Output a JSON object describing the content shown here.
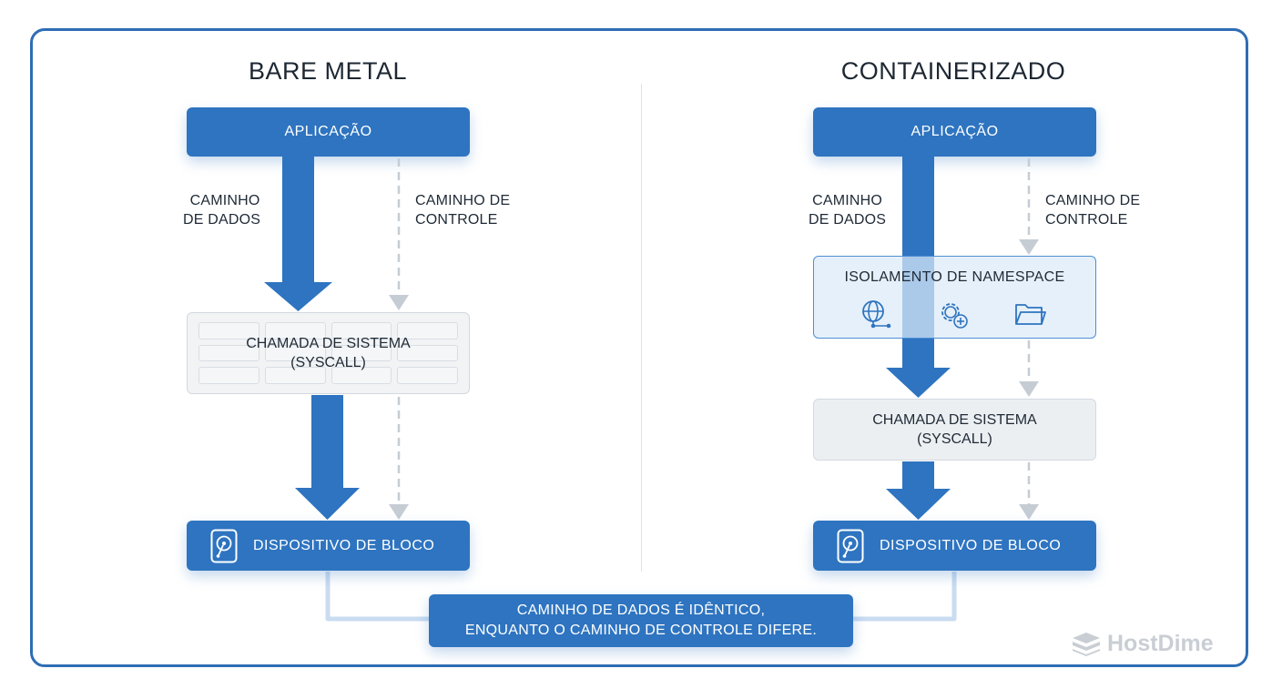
{
  "colors": {
    "primary": "#2e74c0",
    "frame": "#2e6db4",
    "control_arrow": "#c5ccd4",
    "syscall_bg": "#eceff2",
    "text": "#1f2a36"
  },
  "left": {
    "title": "BARE METAL",
    "app_label": "APLICAÇÃO",
    "data_path_lines": [
      "CAMINHO",
      "DE DADOS"
    ],
    "control_path_lines": [
      "CAMINHO DE",
      "CONTROLE"
    ],
    "syscall_lines": [
      "CHAMADA DE SISTEMA",
      "(SYSCALL)"
    ],
    "block_device_label": "DISPOSITIVO DE BLOCO",
    "block_device_icon": "hard-drive-icon"
  },
  "right": {
    "title": "CONTAINERIZADO",
    "app_label": "APLICAÇÃO",
    "data_path_lines": [
      "CAMINHO",
      "DE DADOS"
    ],
    "control_path_lines": [
      "CAMINHO DE",
      "CONTROLE"
    ],
    "namespace_label": "ISOLAMENTO DE NAMESPACE",
    "namespace_icons": [
      "network-globe-icon",
      "gear-process-icon",
      "folder-icon"
    ],
    "syscall_lines": [
      "CHAMADA DE SISTEMA",
      "(SYSCALL)"
    ],
    "block_device_label": "DISPOSITIVO DE BLOCO",
    "block_device_icon": "hard-drive-icon"
  },
  "note": {
    "lines": [
      "CAMINHO DE DADOS É IDÊNTICO,",
      "ENQUANTO O CAMINHO DE CONTROLE DIFERE."
    ]
  },
  "brand": {
    "name": "HostDime",
    "icon": "hostdime-logo-icon"
  }
}
